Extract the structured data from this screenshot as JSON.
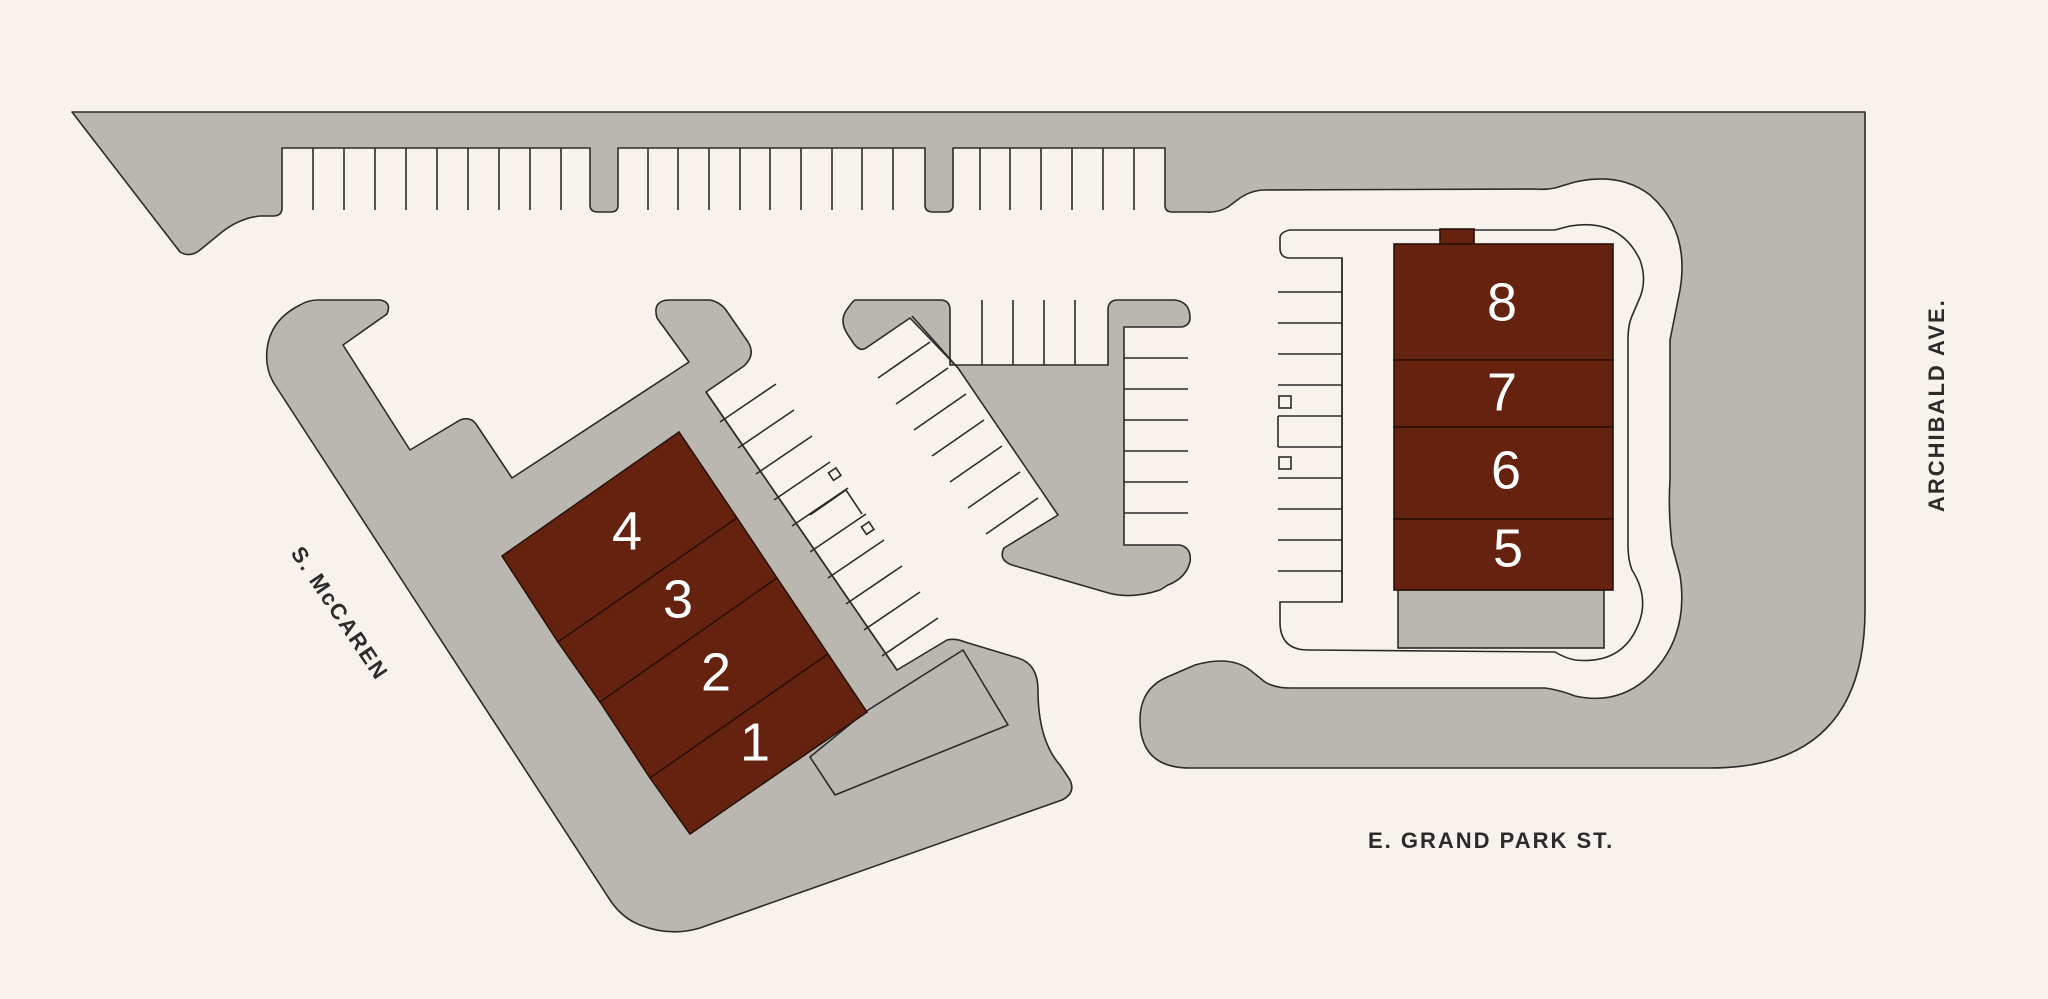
{
  "colors": {
    "background": "#f7f3ec",
    "pavement": "#bab6b0",
    "suite": "#65220f",
    "line": "#2b2b2b"
  },
  "streets": {
    "west": "S. McCAREN",
    "south": "E. GRAND PARK ST.",
    "east": "ARCHIBALD AVE."
  },
  "suites": {
    "s1": "1",
    "s2": "2",
    "s3": "3",
    "s4": "4",
    "s5": "5",
    "s6": "6",
    "s7": "7",
    "s8": "8"
  }
}
